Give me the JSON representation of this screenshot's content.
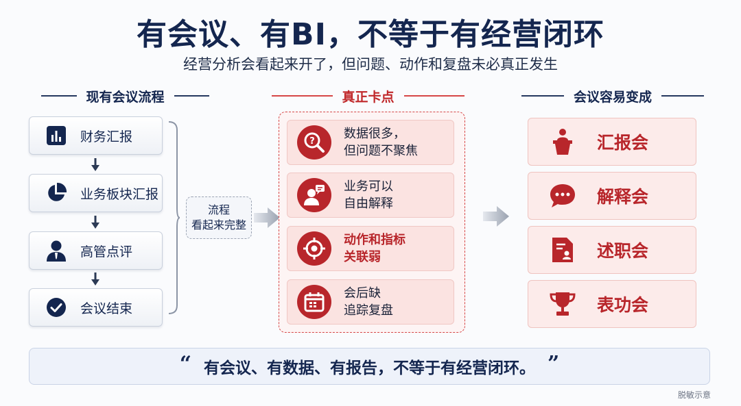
{
  "title": "有会议、有BI，不等于有经营闭环",
  "subtitle": "经营分析会看起来开了，但问题、动作和复盘未必真正发生",
  "left": {
    "heading": "现有会议流程",
    "steps": [
      {
        "label": "财务汇报",
        "icon": "bar-chart-icon"
      },
      {
        "label": "业务板块汇报",
        "icon": "pie-chart-icon"
      },
      {
        "label": "高管点评",
        "icon": "executive-icon"
      },
      {
        "label": "会议结束",
        "icon": "check-circle-icon"
      }
    ],
    "flow_note": {
      "line1": "流程",
      "line2": "看起来完整"
    }
  },
  "middle": {
    "heading": "真正卡点",
    "cards": [
      {
        "line1": "数据很多，",
        "line2": "但问题不聚焦",
        "icon": "search-question-icon",
        "highlight": false
      },
      {
        "line1": "业务可以",
        "line2": "自由解释",
        "icon": "speaker-icon",
        "highlight": false
      },
      {
        "line1": "动作和指标",
        "line2": "关联弱",
        "icon": "target-icon",
        "highlight": true
      },
      {
        "line1": "会后缺",
        "line2": "追踪复盘",
        "icon": "calendar-icon",
        "highlight": false
      }
    ]
  },
  "right": {
    "heading": "会议容易变成",
    "cards": [
      {
        "label": "汇报会",
        "icon": "podium-icon"
      },
      {
        "label": "解释会",
        "icon": "chat-bubble-icon"
      },
      {
        "label": "述职会",
        "icon": "document-icon"
      },
      {
        "label": "表功会",
        "icon": "trophy-icon"
      }
    ]
  },
  "quote": {
    "open": "“",
    "text": "有会议、有数据、有报告，不等于有经营闭环。",
    "close": "”"
  },
  "footnote": "脱敏示意",
  "colors": {
    "navy": "#14264f",
    "red": "#b8262b",
    "pink": "#fbe3e1"
  }
}
